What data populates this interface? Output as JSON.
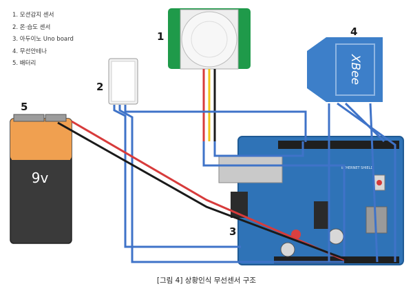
{
  "legend": [
    "1. 모션감지 센서",
    "2. 온·습도 센서",
    "3. 아두이노 Uno board",
    "4. 무선안테나",
    "5. 배터리"
  ],
  "markers": {
    "m1": "1",
    "m2": "2",
    "m3": "3",
    "m4": "4",
    "m5": "5"
  },
  "battery_label": "9v",
  "xbee_label": "XBee",
  "shield_label": "ETHERNET SHIELD",
  "caption": "[그림 4] 상황인식 무선센서 구조",
  "colors": {
    "wire": "#3f73c8",
    "board": "#2f73b7",
    "battery_top": "#f0a050",
    "battery_body": "#3a3a3a",
    "xbee": "#3d7fc9",
    "pir": "#1f9a4a"
  }
}
